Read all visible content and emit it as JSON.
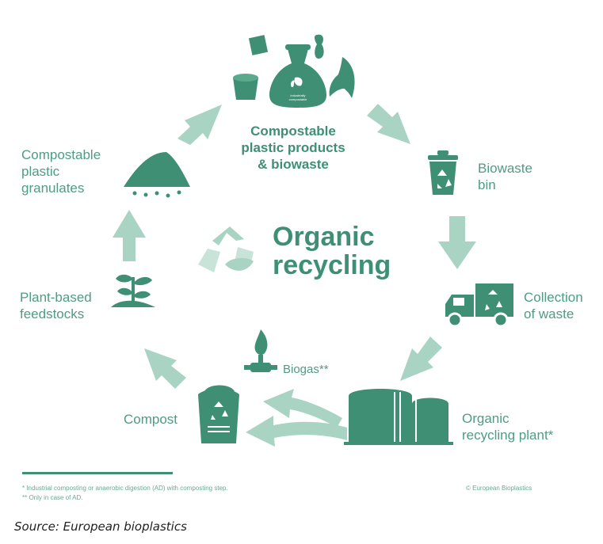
{
  "diagram": {
    "title_line1": "Organic",
    "title_line2": "recycling",
    "steps": {
      "products_line1": "Compostable",
      "products_line2": "plastic products",
      "products_line3": "& biowaste",
      "bin_line1": "Biowaste",
      "bin_line2": "bin",
      "collection_line1": "Collection",
      "collection_line2": "of waste",
      "plant_line1": "Organic",
      "plant_line2": "recycling plant*",
      "biogas": "Biogas**",
      "compost": "Compost",
      "feedstocks_line1": "Plant-based",
      "feedstocks_line2": "feedstocks",
      "granulates_line1": "Compostable",
      "granulates_line2": "plastic",
      "granulates_line3": "granulates"
    },
    "bag_text_line1": "industrially",
    "bag_text_line2": "compostable",
    "footnotes": {
      "note1": "*   Industrial composting or anaerobic digestion (AD) with composting step.",
      "note2": "**  Only in case of AD.",
      "copyright": "© European Bioplastics"
    },
    "colors": {
      "primary": "#3f8f74",
      "arrow": "#a9d3c2",
      "light": "#c8e3d8"
    }
  },
  "source": "Source: European bioplastics"
}
